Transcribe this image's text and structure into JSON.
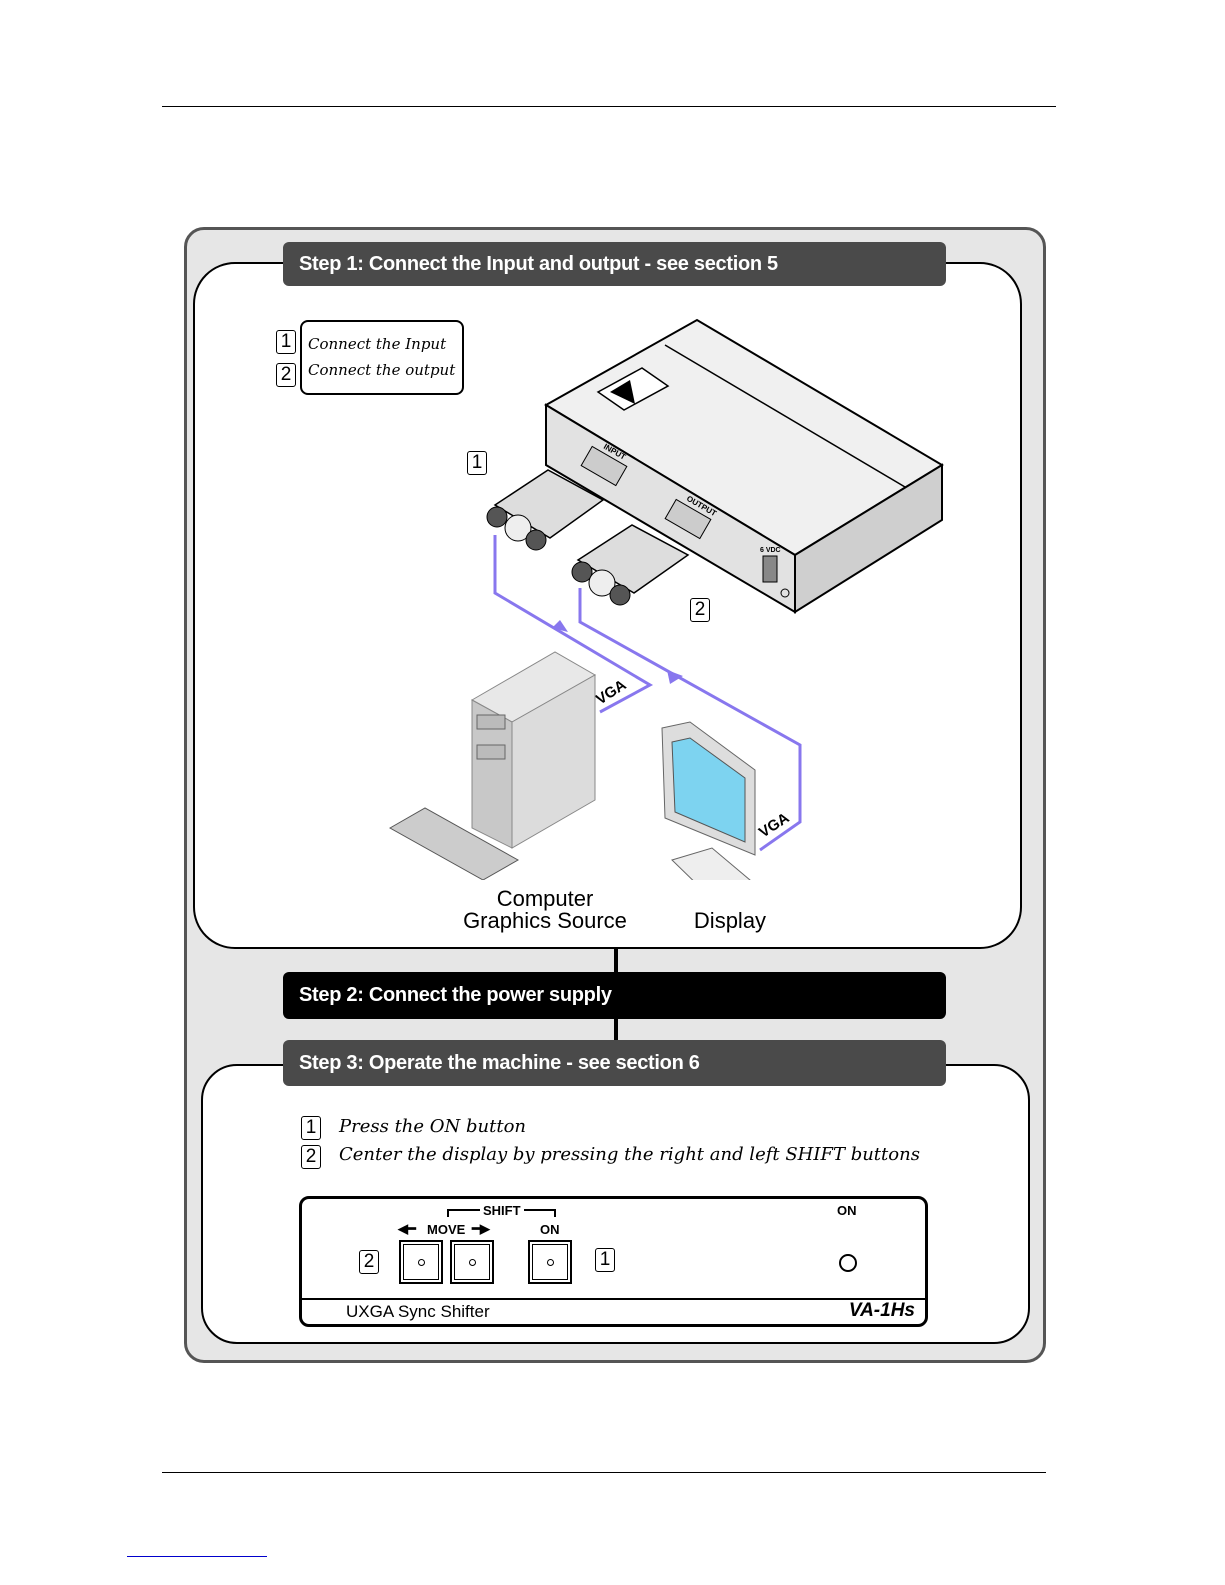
{
  "steps": [
    {
      "title": "Step 1: Connect the Input and output - see section 5",
      "color": "#4a4a4a"
    },
    {
      "title": "Step 2: Connect the power supply",
      "color": "#000000"
    },
    {
      "title": "Step 3: Operate the machine  - see section 6",
      "color": "#4a4a4a"
    }
  ],
  "step1": {
    "legend": [
      {
        "num": "1",
        "text": "Connect the Input"
      },
      {
        "num": "2",
        "text": "Connect the output"
      }
    ],
    "callout_1": "1",
    "callout_2": "2",
    "device": {
      "port_input": "INPUT",
      "port_output": "OUTPUT",
      "power": "6 VDC"
    },
    "cable_label_1": "VGA",
    "cable_label_2": "VGA",
    "cable_color": "#8877ee",
    "source_label_line1": "Computer",
    "source_label_line2": "Graphics Source",
    "display_label": "Display"
  },
  "step3": {
    "instructions": [
      {
        "num": "1",
        "text": "Press the ON button"
      },
      {
        "num": "2",
        "text": "Center the display by pressing the right and left SHIFT buttons"
      }
    ],
    "panel": {
      "shift_label": "SHIFT",
      "move_label": "MOVE",
      "on_button_label": "ON",
      "on_led_label": "ON",
      "callout_left": "2",
      "callout_right": "1",
      "product_name": "UXGA Sync Shifter",
      "model": "VA-1Hs"
    }
  }
}
